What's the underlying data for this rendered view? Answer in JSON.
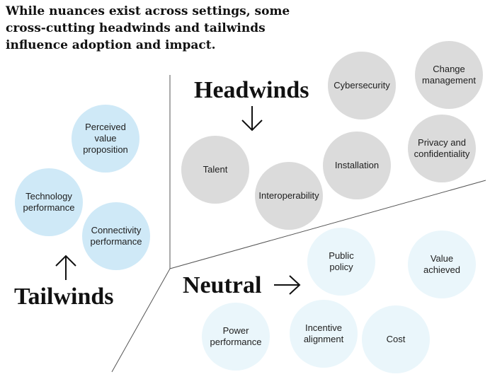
{
  "title": "While nuances exist across settings, some cross-cutting headwinds and tailwinds influence adoption and impact.",
  "categories": {
    "headwinds": "Headwinds",
    "tailwinds": "Tailwinds",
    "neutral": "Neutral"
  },
  "colors": {
    "tailwind": "#cfe9f7",
    "headwind": "#dbdbdb",
    "neutral": "#eaf6fb",
    "divider": "#555555"
  },
  "icons": {
    "headwinds_arrow": "arrow-down-icon",
    "tailwinds_arrow": "arrow-up-icon",
    "neutral_arrow": "arrow-right-icon"
  },
  "tailwinds": [
    {
      "label": "Perceived\nvalue\nproposition"
    },
    {
      "label": "Technology\nperformance"
    },
    {
      "label": "Connectivity\nperformance"
    }
  ],
  "headwinds": [
    {
      "label": "Cybersecurity"
    },
    {
      "label": "Change\nmanagement"
    },
    {
      "label": "Installation"
    },
    {
      "label": "Privacy and\nconfidentiality"
    },
    {
      "label": "Talent"
    },
    {
      "label": "Interoperability"
    }
  ],
  "neutral": [
    {
      "label": "Public\npolicy"
    },
    {
      "label": "Value\nachieved"
    },
    {
      "label": "Power\nperformance"
    },
    {
      "label": "Incentive\nalignment"
    },
    {
      "label": "Cost"
    }
  ]
}
